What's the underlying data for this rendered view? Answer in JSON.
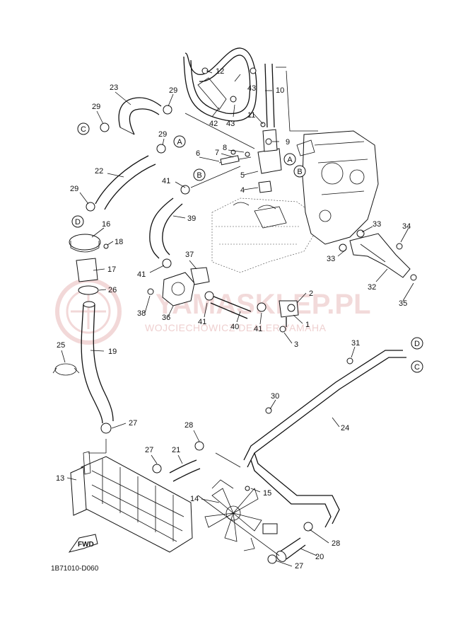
{
  "diagram": {
    "reference_code": "1B71010-D060",
    "fwd_label": "FWD",
    "watermark": {
      "main": "YAMASKLEP.PL",
      "sub": "WOJCIECHOWICZ DEALER YAMAHA"
    },
    "parts": [
      {
        "id": "p1",
        "label": "1"
      },
      {
        "id": "p2",
        "label": "2"
      },
      {
        "id": "p3",
        "label": "3"
      },
      {
        "id": "p4",
        "label": "4"
      },
      {
        "id": "p5",
        "label": "5"
      },
      {
        "id": "p6",
        "label": "6"
      },
      {
        "id": "p7",
        "label": "7"
      },
      {
        "id": "p8",
        "label": "8"
      },
      {
        "id": "p9",
        "label": "9"
      },
      {
        "id": "p10",
        "label": "10"
      },
      {
        "id": "p11",
        "label": "11"
      },
      {
        "id": "p12",
        "label": "12"
      },
      {
        "id": "p13",
        "label": "13"
      },
      {
        "id": "p14",
        "label": "14"
      },
      {
        "id": "p15",
        "label": "15"
      },
      {
        "id": "p16",
        "label": "16"
      },
      {
        "id": "p17",
        "label": "17"
      },
      {
        "id": "p18",
        "label": "18"
      },
      {
        "id": "p19",
        "label": "19"
      },
      {
        "id": "p20",
        "label": "20"
      },
      {
        "id": "p21",
        "label": "21"
      },
      {
        "id": "p22",
        "label": "22"
      },
      {
        "id": "p23",
        "label": "23"
      },
      {
        "id": "p24",
        "label": "24"
      },
      {
        "id": "p25",
        "label": "25"
      },
      {
        "id": "p26",
        "label": "26"
      },
      {
        "id": "p27a",
        "label": "27"
      },
      {
        "id": "p27b",
        "label": "27"
      },
      {
        "id": "p27c",
        "label": "27"
      },
      {
        "id": "p28a",
        "label": "28"
      },
      {
        "id": "p28b",
        "label": "28"
      },
      {
        "id": "p29a",
        "label": "29"
      },
      {
        "id": "p29b",
        "label": "29"
      },
      {
        "id": "p29c",
        "label": "29"
      },
      {
        "id": "p29d",
        "label": "29"
      },
      {
        "id": "p30",
        "label": "30"
      },
      {
        "id": "p31",
        "label": "31"
      },
      {
        "id": "p32",
        "label": "32"
      },
      {
        "id": "p33a",
        "label": "33"
      },
      {
        "id": "p33b",
        "label": "33"
      },
      {
        "id": "p34",
        "label": "34"
      },
      {
        "id": "p35",
        "label": "35"
      },
      {
        "id": "p36",
        "label": "36"
      },
      {
        "id": "p37",
        "label": "37"
      },
      {
        "id": "p38",
        "label": "38"
      },
      {
        "id": "p39",
        "label": "39"
      },
      {
        "id": "p40",
        "label": "40"
      },
      {
        "id": "p41a",
        "label": "41"
      },
      {
        "id": "p41b",
        "label": "41"
      },
      {
        "id": "p41c",
        "label": "41"
      },
      {
        "id": "p41d",
        "label": "41"
      },
      {
        "id": "p42",
        "label": "42"
      },
      {
        "id": "p43a",
        "label": "43"
      },
      {
        "id": "p43b",
        "label": "43"
      }
    ],
    "callouts": [
      {
        "id": "cA1",
        "letter": "A"
      },
      {
        "id": "cA2",
        "letter": "A"
      },
      {
        "id": "cB1",
        "letter": "B"
      },
      {
        "id": "cB2",
        "letter": "B"
      },
      {
        "id": "cC1",
        "letter": "C"
      },
      {
        "id": "cC2",
        "letter": "C"
      },
      {
        "id": "cD1",
        "letter": "D"
      },
      {
        "id": "cD2",
        "letter": "D"
      }
    ]
  }
}
